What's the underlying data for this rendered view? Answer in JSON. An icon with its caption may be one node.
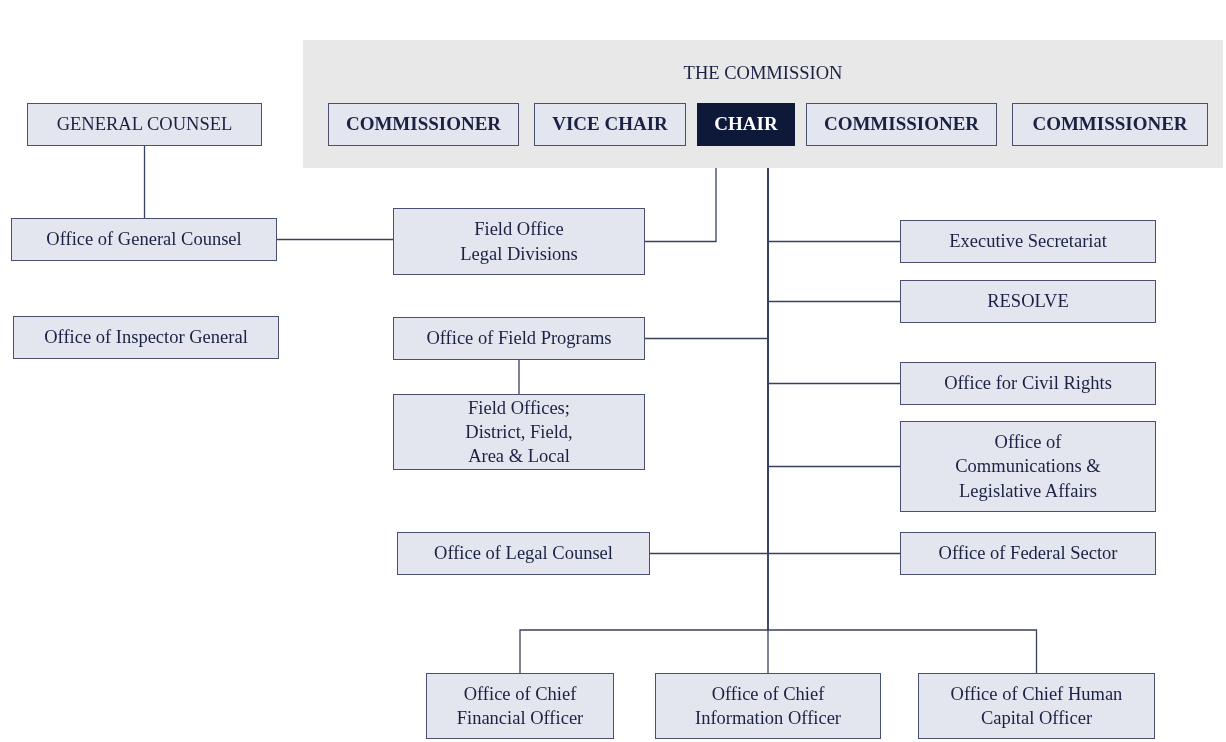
{
  "diagram": {
    "nodes": [
      {
        "text": [
          "THE COMMISSION"
        ]
      },
      {
        "text": [
          "COMMISSIONER"
        ],
        "in": 0
      },
      {
        "text": [
          "VICE CHAIR"
        ],
        "in": 0
      },
      {
        "text": [
          "CHAIR"
        ],
        "in": 0
      },
      {
        "text": [
          "COMMISSIONER"
        ],
        "in": 0
      },
      {
        "text": [
          "COMMISSIONER"
        ],
        "in": 0
      },
      {
        "text": [
          "GENERAL COUNSEL"
        ]
      },
      {
        "text": [
          "Office of General Counsel"
        ]
      },
      {
        "text": [
          "Field Office Legal Divisions"
        ]
      },
      {
        "text": [
          "Office of Inspector General"
        ]
      },
      {
        "text": [
          "Office of Field Programs"
        ]
      },
      {
        "text": [
          "Field Offices; District, Field, Area & Local"
        ]
      },
      {
        "text": [
          "Executive Secretariat"
        ]
      },
      {
        "text": [
          "RESOLVE"
        ]
      },
      {
        "text": [
          "Office for Civil Rights"
        ]
      },
      {
        "text": [
          "Office of Communications & Legislative Affairs"
        ]
      },
      {
        "text": [
          "Office of Legal Counsel"
        ]
      },
      {
        "text": [
          "Office of Federal Sector"
        ]
      },
      {
        "text": [
          "Office of Chief Financial Officer"
        ]
      },
      {
        "text": [
          "Office of Chief Information Officer"
        ]
      },
      {
        "text": [
          "Office of Chief Human Capital Officer"
        ]
      }
    ],
    "edges": [
      {
        "from": 6,
        "to": 7,
        "arrow": "none"
      },
      {
        "from": 7,
        "to": 8,
        "arrow": "none"
      },
      {
        "from": 3,
        "to": 8,
        "arrow": "none"
      },
      {
        "from": 3,
        "to": 12,
        "arrow": "none"
      },
      {
        "from": 3,
        "to": 13,
        "arrow": "none"
      },
      {
        "from": 3,
        "to": 10,
        "arrow": "none"
      },
      {
        "from": 10,
        "to": 11,
        "arrow": "none"
      },
      {
        "from": 3,
        "to": 14,
        "arrow": "none"
      },
      {
        "from": 3,
        "to": 15,
        "arrow": "none"
      },
      {
        "from": 3,
        "to": 16,
        "arrow": "none"
      },
      {
        "from": 3,
        "to": 17,
        "arrow": "none"
      },
      {
        "from": 3,
        "to": 18,
        "arrow": "none"
      },
      {
        "from": 3,
        "to": 19,
        "arrow": "none"
      },
      {
        "from": 3,
        "to": 20,
        "arrow": "none"
      }
    ]
  }
}
